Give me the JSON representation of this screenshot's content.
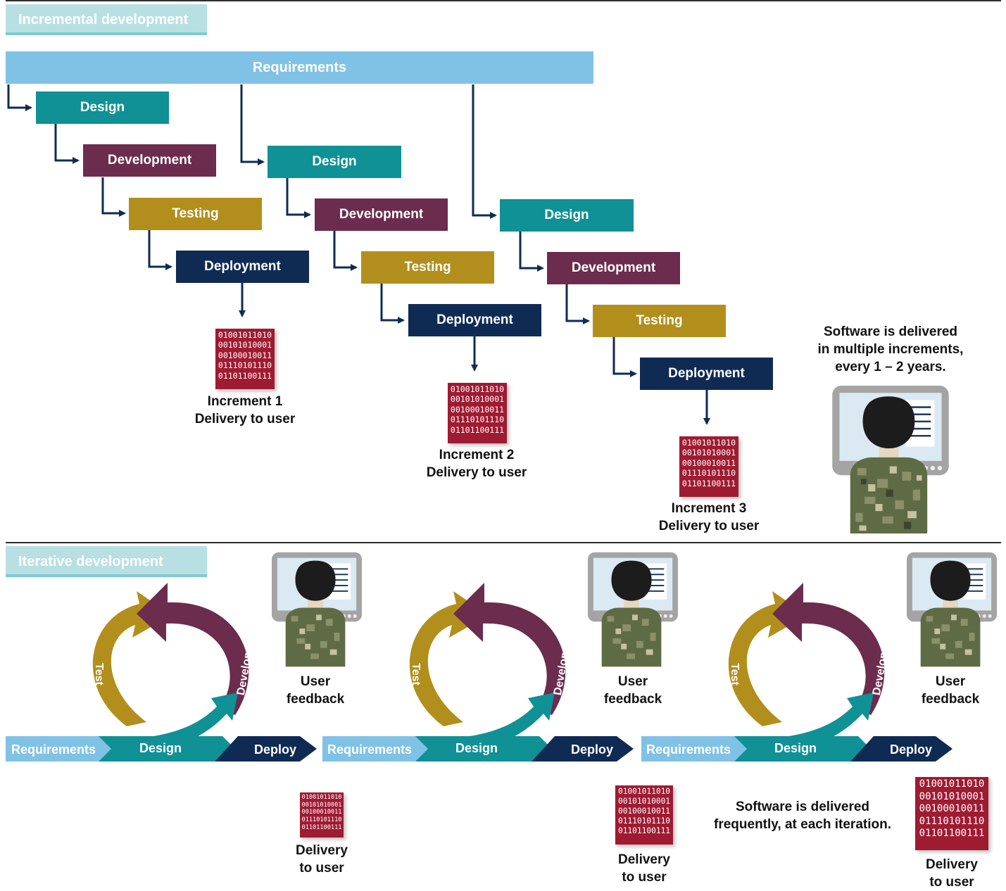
{
  "incremental": {
    "section_title": "Incremental development",
    "requirements_label": "Requirements",
    "increments": [
      {
        "phases": [
          "Design",
          "Development",
          "Testing",
          "Deployment"
        ],
        "delivery_caption": [
          "Increment 1",
          "Delivery to user"
        ]
      },
      {
        "phases": [
          "Design",
          "Development",
          "Testing",
          "Deployment"
        ],
        "delivery_caption": [
          "Increment 2",
          "Delivery to user"
        ]
      },
      {
        "phases": [
          "Design",
          "Development",
          "Testing",
          "Deployment"
        ],
        "delivery_caption": [
          "Increment 3",
          "Delivery to user"
        ]
      }
    ],
    "note": [
      "Software is delivered",
      "in multiple increments,",
      "every 1 – 2 years."
    ]
  },
  "iterative": {
    "section_title": "Iterative development",
    "cycles": [
      {
        "requirements_label": "Requirements",
        "design_label": "Design",
        "deploy_label": "Deploy",
        "test_label": "Test",
        "develop_label": "Develop",
        "feedback_label": [
          "User",
          "feedback"
        ],
        "delivery_caption": [
          "Delivery",
          "to user"
        ]
      },
      {
        "requirements_label": "Requirements",
        "design_label": "Design",
        "deploy_label": "Deploy",
        "test_label": "Test",
        "develop_label": "Develop",
        "feedback_label": [
          "User",
          "feedback"
        ],
        "delivery_caption": [
          "Delivery",
          "to user"
        ]
      },
      {
        "requirements_label": "Requirements",
        "design_label": "Design",
        "deploy_label": "Deploy",
        "test_label": "Test",
        "develop_label": "Develop",
        "feedback_label": [
          "User",
          "feedback"
        ],
        "delivery_caption": [
          "Delivery",
          "to user"
        ]
      }
    ],
    "note": [
      "Software is delivered",
      "frequently, at each iteration."
    ]
  },
  "binary_rows": [
    "01001011010",
    "00101010001",
    "00100010011",
    "01110101110",
    "01101100111"
  ],
  "colors": {
    "requirements": "#80c2e6",
    "design": "#0f9196",
    "development": "#6b2c4e",
    "testing": "#b28f1c",
    "deployment": "#0f2b54",
    "arrow": "#0f2b54",
    "binary": "#9e1b32",
    "section_tag": "#b8e0e3"
  },
  "icons": {
    "binary": "binary-data-icon",
    "user": "soldier-at-monitor-icon"
  }
}
